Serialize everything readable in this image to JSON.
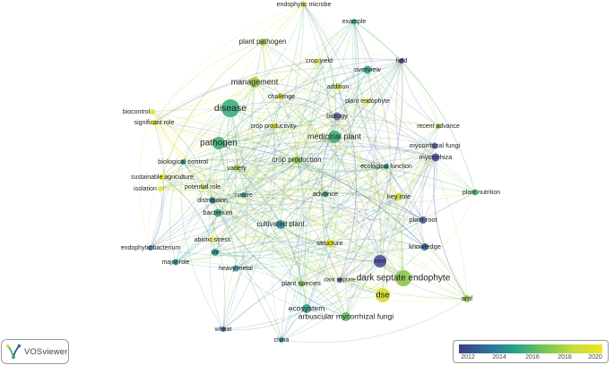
{
  "app": {
    "name": "VOSviewer"
  },
  "legend": {
    "ticks": [
      "2012",
      "2014",
      "2016",
      "2018",
      "2020"
    ],
    "colors": [
      "#3e3d8a",
      "#2d6f9a",
      "#25a58a",
      "#74c653",
      "#c8dd3a",
      "#efe51f"
    ]
  },
  "nodes": [
    {
      "label": "endophytic microbe",
      "color": "#d9df2b",
      "size": 3
    },
    {
      "label": "example",
      "color": "#25a58a",
      "size": 3
    },
    {
      "label": "plant pathogen",
      "color": "#9acd45",
      "size": 4
    },
    {
      "label": "crop yield",
      "color": "#d9df2b",
      "size": 3
    },
    {
      "label": "field",
      "color": "#3e4a8c",
      "size": 3
    },
    {
      "label": "overview",
      "color": "#30a38a",
      "size": 4.5
    },
    {
      "label": "management",
      "color": "#a3cf40",
      "size": 6
    },
    {
      "label": "addition",
      "color": "#e6e228",
      "size": 3
    },
    {
      "label": "challenge",
      "color": "#e2e02a",
      "size": 3.5
    },
    {
      "label": "plant endophyte",
      "color": "#d9df2b",
      "size": 3
    },
    {
      "label": "biocontrol",
      "color": "#e4e12a",
      "size": 3
    },
    {
      "label": "disease",
      "color": "#3aae7e",
      "size": 10
    },
    {
      "label": "significant role",
      "color": "#eee41f",
      "size": 3
    },
    {
      "label": "biology",
      "color": "#6a64a8",
      "size": 4.5
    },
    {
      "label": "recent advance",
      "color": "#a0cf44",
      "size": 3
    },
    {
      "label": "crop productivity",
      "color": "#ece31f",
      "size": 3.5
    },
    {
      "label": "medicinal plant",
      "color": "#3fae7a",
      "size": 7
    },
    {
      "label": "mycorrhizal fungi",
      "color": "#5f59a6",
      "size": 3.5
    },
    {
      "label": "pathogen",
      "color": "#3fae7a",
      "size": 7
    },
    {
      "label": "mycorrhiza",
      "color": "#4a4b99",
      "size": 4.5
    },
    {
      "label": "biological control",
      "color": "#2fa18b",
      "size": 3
    },
    {
      "label": "crop production",
      "color": "#8ac84e",
      "size": 4.5
    },
    {
      "label": "ecological function",
      "color": "#2e9c8e",
      "size": 3
    },
    {
      "label": "variety",
      "color": "#a4cf42",
      "size": 3.5
    },
    {
      "label": "plant nutrition",
      "color": "#4cba6e",
      "size": 3.5
    },
    {
      "label": "sustainable agriculture",
      "color": "#eee41f",
      "size": 3.5
    },
    {
      "label": "potential role",
      "color": "#e8e224",
      "size": 3
    },
    {
      "label": "isolation",
      "color": "#eee41f",
      "size": 3
    },
    {
      "label": "nature",
      "color": "#33a286",
      "size": 3
    },
    {
      "label": "advance",
      "color": "#35a285",
      "size": 3.5
    },
    {
      "label": "key role",
      "color": "#c8d93a",
      "size": 4.5
    },
    {
      "label": "distribution",
      "color": "#2d6f9a",
      "size": 3.5
    },
    {
      "label": "bacterium",
      "color": "#37a682",
      "size": 4.5
    },
    {
      "label": "cultivated plant",
      "color": "#2f92a0",
      "size": 5
    },
    {
      "label": "plant root",
      "color": "#4d61a2",
      "size": 4
    },
    {
      "label": "abiotic stress",
      "color": "#e8e224",
      "size": 3
    },
    {
      "label": "structure",
      "color": "#e8e224",
      "size": 4.5
    },
    {
      "label": "knowledge",
      "color": "#3d5a9c",
      "size": 4
    },
    {
      "label": "endophytic bacterium",
      "color": "#3c6aa2",
      "size": 3
    },
    {
      "label": "ste",
      "color": "#2fa18b",
      "size": 4
    },
    {
      "label": "major role",
      "color": "#2a8d98",
      "size": 3.5
    },
    {
      "label": "root",
      "color": "#4b4f9e",
      "size": 7
    },
    {
      "label": "heavy metal",
      "color": "#2a8d98",
      "size": 3.5
    },
    {
      "label": "dark septate endophyte",
      "color": "#8ac84e",
      "size": 9
    },
    {
      "label": "dark septate",
      "color": "#5b59a6",
      "size": 3
    },
    {
      "label": "plant species",
      "color": "#8ac84e",
      "size": 3.5
    },
    {
      "label": "dse",
      "color": "#d7dd2f",
      "size": 8
    },
    {
      "label": "amf",
      "color": "#8fc84a",
      "size": 4
    },
    {
      "label": "ecosystem",
      "color": "#2fa18b",
      "size": 5
    },
    {
      "label": "arbuscular mycorrhizal fungi",
      "color": "#60bb5e",
      "size": 5
    },
    {
      "label": "wheat",
      "color": "#3a649e",
      "size": 3
    },
    {
      "label": "china",
      "color": "#2f92a0",
      "size": 3
    }
  ]
}
